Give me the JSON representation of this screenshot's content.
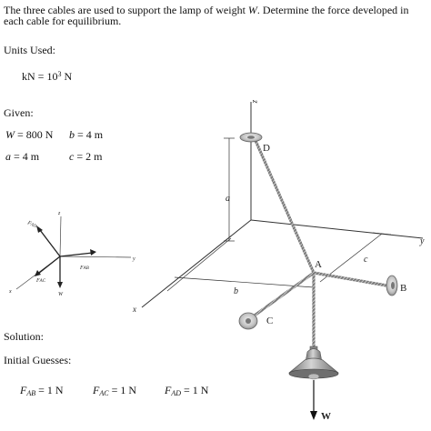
{
  "problem": {
    "text_prefix": "The three cables are used to support the lamp of weight ",
    "weight_symbol": "W",
    "text_suffix": ". Determine the force developed in each cable for equilibrium."
  },
  "units": {
    "header": "Units Used:",
    "kn_lhs": "kN",
    "eq": " = ",
    "base": "10",
    "exp": "3",
    "unit": " N"
  },
  "given": {
    "header": "Given:",
    "W": {
      "sym": "W",
      "eq": " = ",
      "val": "800 N"
    },
    "b": {
      "sym": "b",
      "eq": " = ",
      "val": "4 m"
    },
    "a": {
      "sym": "a",
      "eq": " = ",
      "val": "4 m"
    },
    "c": {
      "sym": "c",
      "eq": " = ",
      "val": "2 m"
    }
  },
  "solution": {
    "header": "Solution:",
    "guesses_header": "Initial Guesses:",
    "FAB": {
      "sym": "F",
      "sub": "AB",
      "eq": " = ",
      "val": "1 N"
    },
    "FAC": {
      "sym": "F",
      "sub": "AC",
      "eq": " = ",
      "val": "1 N"
    },
    "FAD": {
      "sym": "F",
      "sub": "AD",
      "eq": " = ",
      "val": "1 N"
    }
  },
  "diagram": {
    "labels": {
      "z": "z",
      "x": "x",
      "y": "y",
      "D": "D",
      "A": "A",
      "B": "B",
      "C": "C",
      "a": "a",
      "b": "b",
      "c": "c",
      "W": "W"
    }
  },
  "fbd": {
    "labels": {
      "z": "z",
      "x": "x",
      "y": "y",
      "FAD": "F",
      "FAD_sub": "AD",
      "FAB": "F",
      "FAB_sub": "AB",
      "FAC": "F",
      "FAC_sub": "AC",
      "W": "W"
    }
  },
  "colors": {
    "cable": "#6b6b6b",
    "lamp": "#8a8a8a",
    "ring": "#c9c9c9",
    "axis": "#333333"
  }
}
